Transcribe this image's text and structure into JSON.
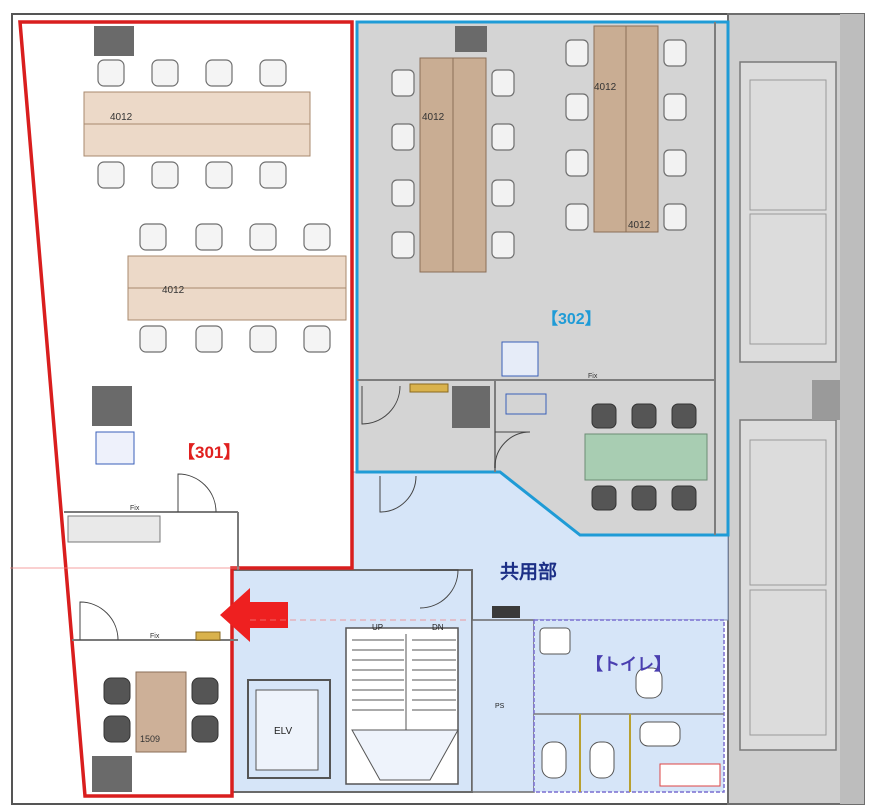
{
  "rooms": {
    "r301": {
      "label": "【301】",
      "color": "#e0201f"
    },
    "r302": {
      "label": "【302】",
      "color": "#1f9bd6"
    },
    "common": {
      "label": "共用部",
      "color": "#1c2f86"
    },
    "toilet": {
      "label": "【トイレ】",
      "color": "#4a3fb0"
    }
  },
  "desk_labels": {
    "d301a": "4012",
    "d301b": "4012",
    "d302a": "4012",
    "d302b": "4012",
    "d302c": "4012",
    "d1509": "1509"
  },
  "fix_labels": {
    "f1": "Fix",
    "f2": "Fix",
    "f3": "Fix"
  },
  "stair": {
    "up": "UP",
    "dn": "DN"
  },
  "elevator": "ELV",
  "ps": "PS",
  "colors": {
    "wall": "#8a8a8a",
    "floor302": "#d4d4d4",
    "common_floor": "#d6e5f8",
    "desk": "#d7c1ad",
    "meeting_table": "#a8cdb2",
    "arrow": "#ee2020",
    "outer_frame": "#c9c9c9"
  }
}
